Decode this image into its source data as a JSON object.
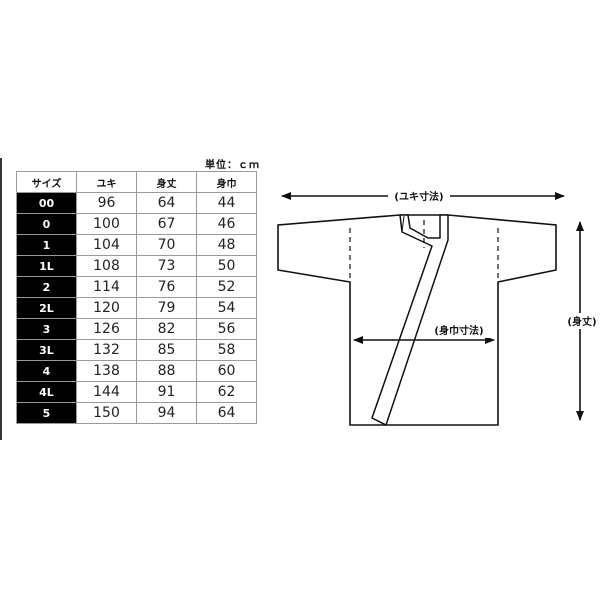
{
  "unit_note": "単位：ｃｍ",
  "table": {
    "headers": [
      "サイズ",
      "ユキ",
      "身丈",
      "身巾"
    ],
    "rows": [
      {
        "size": "00",
        "yuki": "96",
        "mitake": "64",
        "mihaba": "44"
      },
      {
        "size": "0",
        "yuki": "100",
        "mitake": "67",
        "mihaba": "46"
      },
      {
        "size": "1",
        "yuki": "104",
        "mitake": "70",
        "mihaba": "48"
      },
      {
        "size": "1L",
        "yuki": "108",
        "mitake": "73",
        "mihaba": "50"
      },
      {
        "size": "2",
        "yuki": "114",
        "mitake": "76",
        "mihaba": "52"
      },
      {
        "size": "2L",
        "yuki": "120",
        "mitake": "79",
        "mihaba": "54"
      },
      {
        "size": "3",
        "yuki": "126",
        "mitake": "82",
        "mihaba": "56"
      },
      {
        "size": "3L",
        "yuki": "132",
        "mitake": "85",
        "mihaba": "58"
      },
      {
        "size": "4",
        "yuki": "138",
        "mitake": "88",
        "mihaba": "60"
      },
      {
        "size": "4L",
        "yuki": "144",
        "mitake": "91",
        "mihaba": "62"
      },
      {
        "size": "5",
        "yuki": "150",
        "mitake": "94",
        "mihaba": "64"
      }
    ]
  },
  "diagram": {
    "yuki_label": "(ユキ寸法)",
    "mihaba_label": "(身巾寸法)",
    "mitake_label": "(身丈)"
  }
}
